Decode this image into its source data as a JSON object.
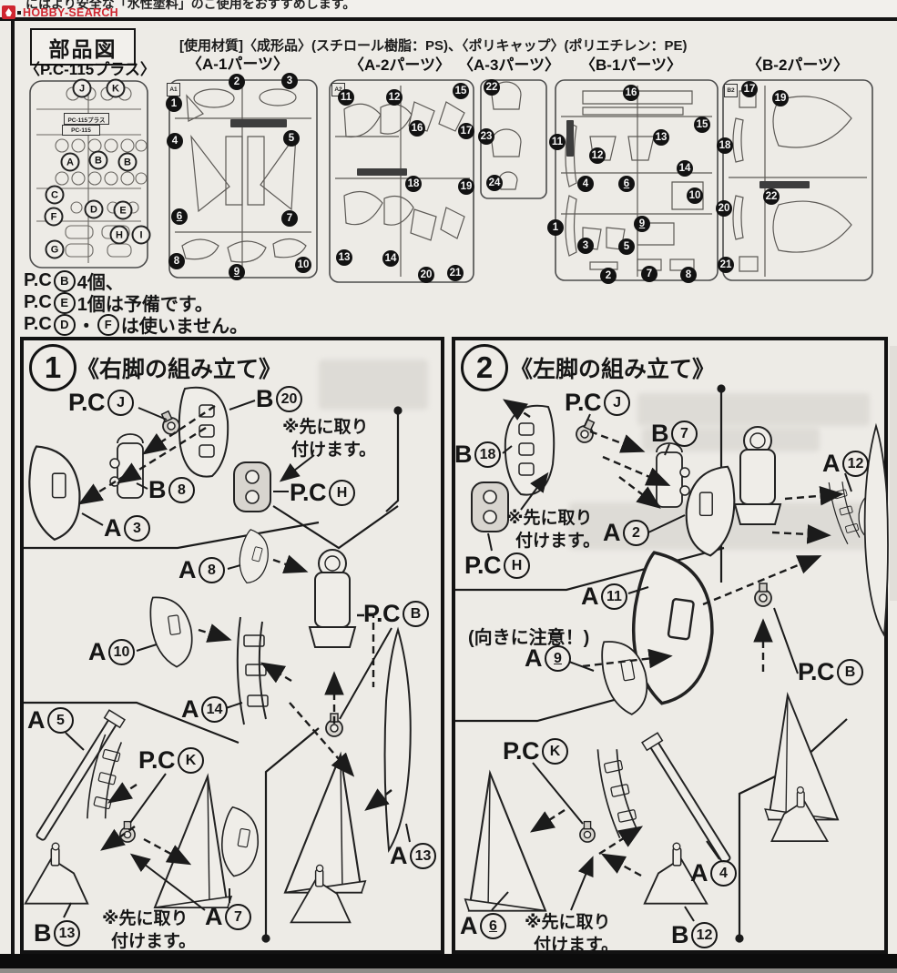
{
  "page": {
    "top_notice": "にはより安全な「水性塗料」のご使用をおすすめします。",
    "watermark_text": "HOBBY-SEARCH",
    "colors": {
      "watermark_red": "#cf2630",
      "paper": "#edebe6",
      "ink": "#141414"
    }
  },
  "parts_section": {
    "title": "部品図",
    "materials_line": "[使用材質]〈成形品〉(スチロール樹脂：PS)、〈ポリキャップ〉(ポリエチレン：PE)",
    "notes": {
      "line1": {
        "pre": "P.C",
        "circ": "B",
        "post": "4個、"
      },
      "line2": {
        "pre": "P.C",
        "circ": "E",
        "post": "1個は予備です。"
      },
      "line3": {
        "pre": "P.C",
        "circ1": "D",
        "mid": "・",
        "circ2": "F",
        "post": "は使いません。"
      }
    },
    "runners": {
      "pc115": {
        "header": "〈P.C-115プラス〉",
        "tag1": "PC-115プラス",
        "tag2": "PC-115",
        "letters": [
          "J",
          "K",
          "A",
          "B",
          "B",
          "C",
          "D",
          "E",
          "F",
          "H",
          "I",
          "G"
        ]
      },
      "a1": {
        "header": "〈A-1パーツ〉",
        "tag": "A1",
        "numbers": [
          "1",
          "2",
          "3",
          "4",
          "5",
          "6",
          "7",
          "8",
          "9",
          "10"
        ]
      },
      "a2": {
        "header": "〈A-2パーツ〉",
        "tag": "A2",
        "numbers": [
          "11",
          "12",
          "15",
          "16",
          "17",
          "18",
          "19",
          "13",
          "14",
          "20",
          "21"
        ]
      },
      "a3": {
        "header": "〈A-3パーツ〉",
        "numbers": [
          "22",
          "23",
          "24"
        ]
      },
      "b1": {
        "header": "〈B-1パーツ〉",
        "numbers": [
          "16",
          "15",
          "11",
          "13",
          "12",
          "14",
          "4",
          "6",
          "10",
          "1",
          "9",
          "3",
          "5",
          "2",
          "7",
          "8"
        ]
      },
      "b2": {
        "header": "〈B-2パーツ〉",
        "tag": "B2",
        "numbers": [
          "17",
          "19",
          "18",
          "20",
          "22",
          "21"
        ]
      }
    }
  },
  "steps": {
    "step1": {
      "number": "1",
      "title": "《右脚の組み立て》",
      "note_attach_first": {
        "line1": "※先に取り",
        "line2": "付けます。"
      },
      "labels": [
        {
          "pre": "P.C",
          "circ": "J"
        },
        {
          "pre": "B",
          "circ": "20"
        },
        {
          "pre": "B",
          "circ": "8"
        },
        {
          "pre": "P.C",
          "circ": "H"
        },
        {
          "pre": "A",
          "circ": "3"
        },
        {
          "pre": "A",
          "circ": "8"
        },
        {
          "pre": "P.C",
          "circ": "B"
        },
        {
          "pre": "A",
          "circ": "10"
        },
        {
          "pre": "A",
          "circ": "14"
        },
        {
          "pre": "A",
          "circ": "5"
        },
        {
          "pre": "P.C",
          "circ": "K"
        },
        {
          "pre": "B",
          "circ": "13"
        },
        {
          "pre": "A",
          "circ": "7"
        },
        {
          "pre": "A",
          "circ": "13"
        }
      ]
    },
    "step2": {
      "number": "2",
      "title": "《左脚の組み立て》",
      "orientation_note": "(向きに注意！)",
      "note_attach_first": {
        "line1": "※先に取り",
        "line2": "付けます。"
      },
      "labels": [
        {
          "pre": "P.C",
          "circ": "J"
        },
        {
          "pre": "B",
          "circ": "7"
        },
        {
          "pre": "B",
          "circ": "18"
        },
        {
          "pre": "A",
          "circ": "2"
        },
        {
          "pre": "A",
          "circ": "12"
        },
        {
          "pre": "P.C",
          "circ": "H"
        },
        {
          "pre": "A",
          "circ": "11"
        },
        {
          "pre": "A",
          "circ": "9"
        },
        {
          "pre": "P.C",
          "circ": "B"
        },
        {
          "pre": "P.C",
          "circ": "K"
        },
        {
          "pre": "A",
          "circ": "4"
        },
        {
          "pre": "A",
          "circ": "6"
        },
        {
          "pre": "B",
          "circ": "12"
        }
      ]
    }
  }
}
